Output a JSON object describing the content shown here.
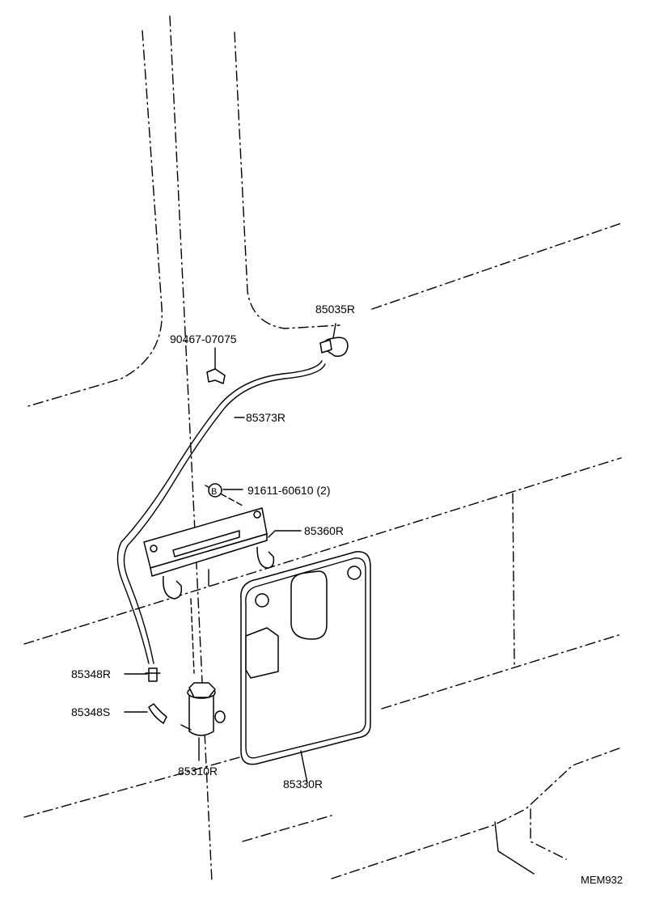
{
  "labels": {
    "p85035R": "85035R",
    "p90467": "90467-07075",
    "p85373R": "85373R",
    "p91611": "91611-60610 (2)",
    "p91611_symbol": "B",
    "p85360R": "85360R",
    "p85348R": "85348R",
    "p85348S": "85348S",
    "p85310R": "85310R",
    "p85330R": "85330R"
  },
  "figure_code": "MEM932"
}
